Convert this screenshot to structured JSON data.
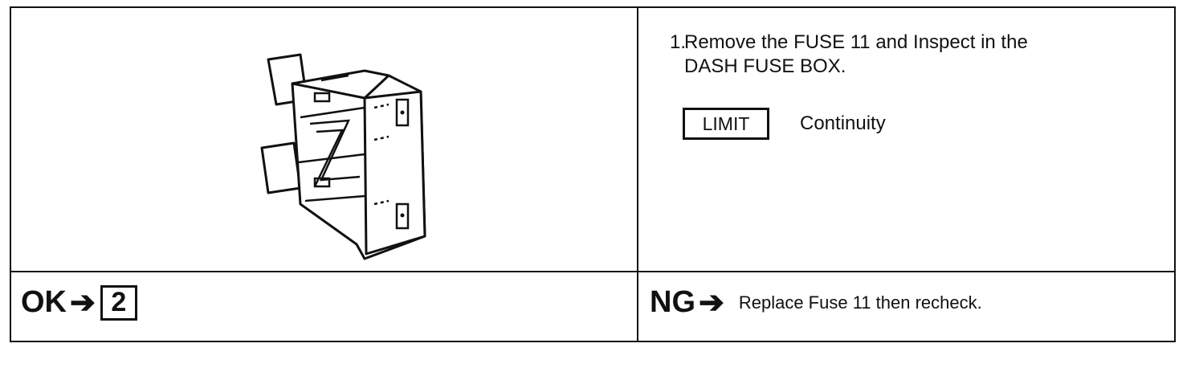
{
  "step": {
    "number": "1.",
    "line1": "Remove the FUSE 11 and Inspect in the",
    "line2": "DASH FUSE BOX."
  },
  "limit": {
    "label": "LIMIT",
    "value": "Continuity"
  },
  "ok": {
    "label": "OK",
    "arrow": "➔",
    "next_step": "2"
  },
  "ng": {
    "label": "NG",
    "arrow": "➔",
    "action": "Replace Fuse 11 then recheck."
  }
}
